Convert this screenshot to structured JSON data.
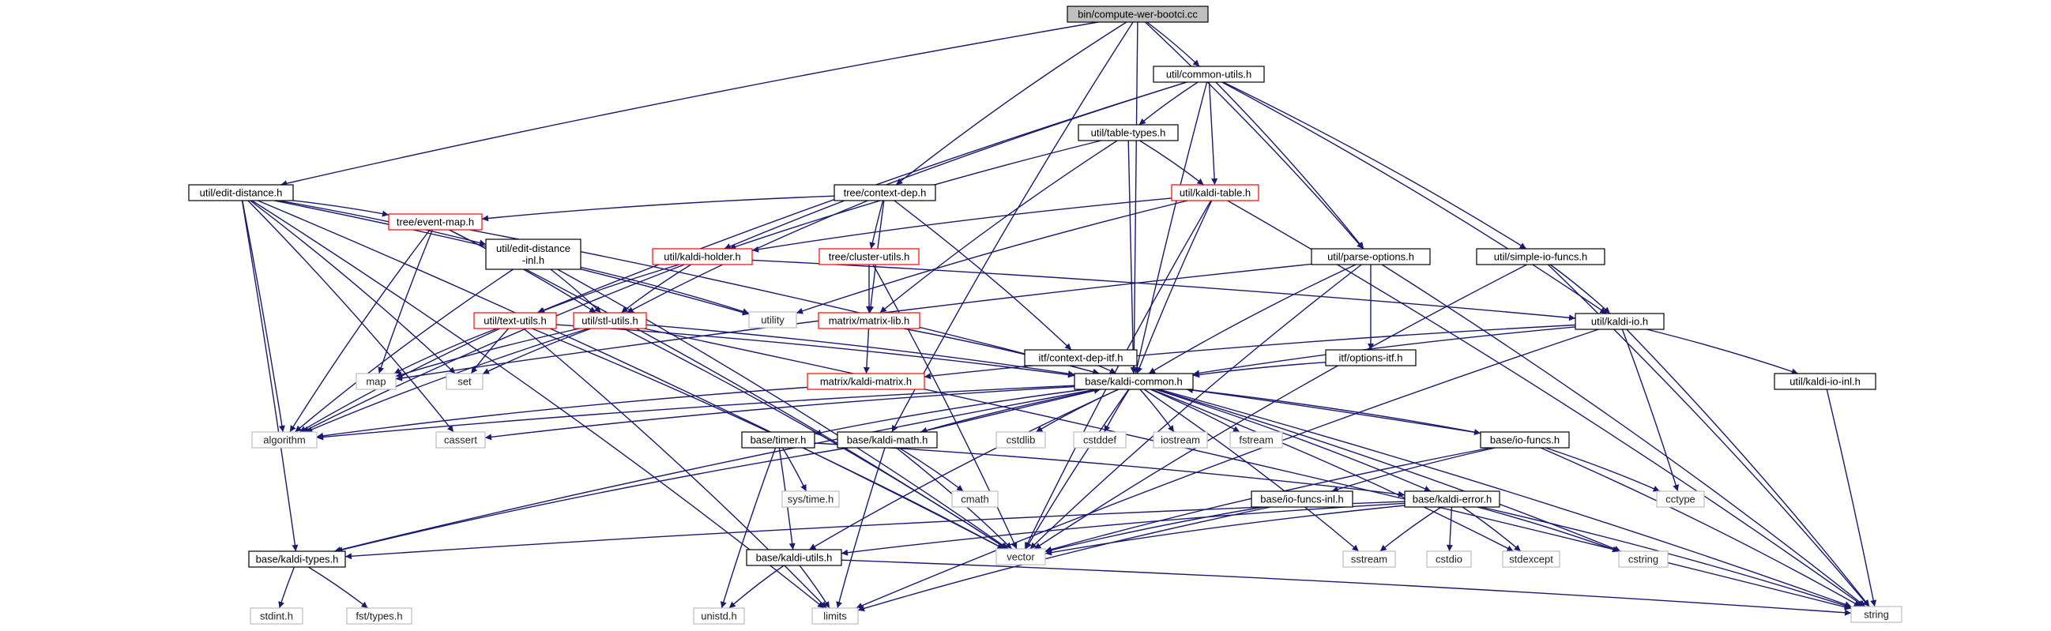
{
  "graph": {
    "nodes": [
      {
        "id": "root",
        "label": "bin/compute-wer-bootci.cc",
        "style": "root"
      },
      {
        "id": "common_utils",
        "label": "util/common-utils.h",
        "style": "normal"
      },
      {
        "id": "table_types",
        "label": "util/table-types.h",
        "style": "normal"
      },
      {
        "id": "edit_distance",
        "label": "util/edit-distance.h",
        "style": "normal"
      },
      {
        "id": "context_dep",
        "label": "tree/context-dep.h",
        "style": "normal"
      },
      {
        "id": "kaldi_table",
        "label": "util/kaldi-table.h",
        "style": "red"
      },
      {
        "id": "event_map",
        "label": "tree/event-map.h",
        "style": "red"
      },
      {
        "id": "edit_distance_inl",
        "label": [
          "util/edit-distance",
          "-inl.h"
        ],
        "style": "normal"
      },
      {
        "id": "kaldi_holder",
        "label": "util/kaldi-holder.h",
        "style": "red"
      },
      {
        "id": "cluster_utils",
        "label": "tree/cluster-utils.h",
        "style": "red"
      },
      {
        "id": "parse_options",
        "label": "util/parse-options.h",
        "style": "normal"
      },
      {
        "id": "simple_io_funcs",
        "label": "util/simple-io-funcs.h",
        "style": "normal"
      },
      {
        "id": "utility",
        "label": "utility",
        "style": "gray"
      },
      {
        "id": "text_utils",
        "label": "util/text-utils.h",
        "style": "red"
      },
      {
        "id": "stl_utils",
        "label": "util/stl-utils.h",
        "style": "red"
      },
      {
        "id": "matrix_lib",
        "label": "matrix/matrix-lib.h",
        "style": "red"
      },
      {
        "id": "context_dep_itf",
        "label": "itf/context-dep-itf.h",
        "style": "normal"
      },
      {
        "id": "options_itf",
        "label": "itf/options-itf.h",
        "style": "normal"
      },
      {
        "id": "kaldi_io",
        "label": "util/kaldi-io.h",
        "style": "normal"
      },
      {
        "id": "map",
        "label": "map",
        "style": "gray"
      },
      {
        "id": "set",
        "label": "set",
        "style": "gray"
      },
      {
        "id": "kaldi_matrix",
        "label": "matrix/kaldi-matrix.h",
        "style": "red"
      },
      {
        "id": "kaldi_common",
        "label": "base/kaldi-common.h",
        "style": "normal"
      },
      {
        "id": "kaldi_io_inl",
        "label": "util/kaldi-io-inl.h",
        "style": "normal"
      },
      {
        "id": "algorithm",
        "label": "algorithm",
        "style": "gray"
      },
      {
        "id": "cassert",
        "label": "cassert",
        "style": "gray"
      },
      {
        "id": "timer",
        "label": "base/timer.h",
        "style": "normal"
      },
      {
        "id": "kaldi_math",
        "label": "base/kaldi-math.h",
        "style": "normal"
      },
      {
        "id": "cstdlib",
        "label": "cstdlib",
        "style": "gray"
      },
      {
        "id": "cstddef",
        "label": "cstddef",
        "style": "gray"
      },
      {
        "id": "iostream",
        "label": "iostream",
        "style": "gray"
      },
      {
        "id": "fstream",
        "label": "fstream",
        "style": "gray"
      },
      {
        "id": "io_funcs",
        "label": "base/io-funcs.h",
        "style": "normal"
      },
      {
        "id": "sys_time",
        "label": "sys/time.h",
        "style": "gray"
      },
      {
        "id": "cmath",
        "label": "cmath",
        "style": "gray"
      },
      {
        "id": "io_funcs_inl",
        "label": "base/io-funcs-inl.h",
        "style": "normal"
      },
      {
        "id": "kaldi_error",
        "label": "base/kaldi-error.h",
        "style": "normal"
      },
      {
        "id": "cctype",
        "label": "cctype",
        "style": "gray"
      },
      {
        "id": "kaldi_types",
        "label": "base/kaldi-types.h",
        "style": "normal"
      },
      {
        "id": "vector",
        "label": "vector",
        "style": "gray"
      },
      {
        "id": "kaldi_utils",
        "label": "base/kaldi-utils.h",
        "style": "normal"
      },
      {
        "id": "sstream",
        "label": "sstream",
        "style": "gray"
      },
      {
        "id": "cstdio",
        "label": "cstdio",
        "style": "gray"
      },
      {
        "id": "stdexcept",
        "label": "stdexcept",
        "style": "gray"
      },
      {
        "id": "cstring",
        "label": "cstring",
        "style": "gray"
      },
      {
        "id": "stdint",
        "label": "stdint.h",
        "style": "gray"
      },
      {
        "id": "fst_types",
        "label": "fst/types.h",
        "style": "gray"
      },
      {
        "id": "unistd",
        "label": "unistd.h",
        "style": "gray"
      },
      {
        "id": "limits",
        "label": "limits",
        "style": "gray"
      },
      {
        "id": "string",
        "label": "string",
        "style": "gray"
      }
    ],
    "edges": [
      [
        "root",
        "common_utils"
      ],
      [
        "root",
        "edit_distance"
      ],
      [
        "root",
        "context_dep"
      ],
      [
        "root",
        "parse_options"
      ],
      [
        "root",
        "kaldi_math"
      ],
      [
        "root",
        "kaldi_common"
      ],
      [
        "common_utils",
        "table_types"
      ],
      [
        "common_utils",
        "kaldi_table"
      ],
      [
        "common_utils",
        "kaldi_holder"
      ],
      [
        "common_utils",
        "parse_options"
      ],
      [
        "common_utils",
        "simple_io_funcs"
      ],
      [
        "common_utils",
        "kaldi_io"
      ],
      [
        "common_utils",
        "text_utils"
      ],
      [
        "common_utils",
        "kaldi_common"
      ],
      [
        "table_types",
        "kaldi_table"
      ],
      [
        "table_types",
        "kaldi_holder"
      ],
      [
        "table_types",
        "matrix_lib"
      ],
      [
        "table_types",
        "kaldi_common"
      ],
      [
        "edit_distance",
        "edit_distance_inl"
      ],
      [
        "edit_distance",
        "event_map"
      ],
      [
        "edit_distance",
        "algorithm"
      ],
      [
        "edit_distance",
        "set"
      ],
      [
        "edit_distance",
        "cassert"
      ],
      [
        "edit_distance",
        "vector"
      ],
      [
        "edit_distance",
        "utility"
      ],
      [
        "edit_distance",
        "kaldi_types"
      ],
      [
        "edit_distance",
        "limits"
      ],
      [
        "context_dep",
        "event_map"
      ],
      [
        "context_dep",
        "cluster_utils"
      ],
      [
        "context_dep",
        "matrix_lib"
      ],
      [
        "context_dep",
        "context_dep_itf"
      ],
      [
        "context_dep",
        "stl_utils"
      ],
      [
        "kaldi_table",
        "kaldi_holder"
      ],
      [
        "kaldi_table",
        "kaldi_common"
      ],
      [
        "kaldi_table",
        "vector"
      ],
      [
        "kaldi_table",
        "string"
      ],
      [
        "kaldi_table",
        "utility"
      ],
      [
        "event_map",
        "map"
      ],
      [
        "event_map",
        "stl_utils"
      ],
      [
        "event_map",
        "algorithm"
      ],
      [
        "event_map",
        "vector"
      ],
      [
        "event_map",
        "kaldi_common"
      ],
      [
        "edit_distance_inl",
        "stl_utils"
      ],
      [
        "edit_distance_inl",
        "algorithm"
      ],
      [
        "edit_distance_inl",
        "utility"
      ],
      [
        "edit_distance_inl",
        "vector"
      ],
      [
        "kaldi_holder",
        "kaldi_io"
      ],
      [
        "kaldi_holder",
        "text_utils"
      ],
      [
        "kaldi_holder",
        "stl_utils"
      ],
      [
        "kaldi_holder",
        "algorithm"
      ],
      [
        "cluster_utils",
        "matrix_lib"
      ],
      [
        "cluster_utils",
        "vector"
      ],
      [
        "parse_options",
        "options_itf"
      ],
      [
        "parse_options",
        "kaldi_common"
      ],
      [
        "parse_options",
        "map"
      ],
      [
        "parse_options",
        "vector"
      ],
      [
        "parse_options",
        "string"
      ],
      [
        "simple_io_funcs",
        "kaldi_io"
      ],
      [
        "simple_io_funcs",
        "vector"
      ],
      [
        "simple_io_funcs",
        "string"
      ],
      [
        "text_utils",
        "map"
      ],
      [
        "text_utils",
        "set"
      ],
      [
        "text_utils",
        "algorithm"
      ],
      [
        "text_utils",
        "vector"
      ],
      [
        "text_utils",
        "limits"
      ],
      [
        "text_utils",
        "kaldi_common"
      ],
      [
        "stl_utils",
        "map"
      ],
      [
        "stl_utils",
        "set"
      ],
      [
        "stl_utils",
        "algorithm"
      ],
      [
        "stl_utils",
        "vector"
      ],
      [
        "stl_utils",
        "string"
      ],
      [
        "stl_utils",
        "kaldi_common"
      ],
      [
        "matrix_lib",
        "kaldi_matrix"
      ],
      [
        "matrix_lib",
        "kaldi_common"
      ],
      [
        "context_dep_itf",
        "kaldi_common"
      ],
      [
        "options_itf",
        "kaldi_common"
      ],
      [
        "kaldi_io",
        "kaldi_common"
      ],
      [
        "kaldi_io",
        "kaldi_matrix"
      ],
      [
        "kaldi_io",
        "kaldi_io_inl"
      ],
      [
        "kaldi_io",
        "cctype"
      ],
      [
        "kaldi_io",
        "limits"
      ],
      [
        "kaldi_io",
        "string"
      ],
      [
        "kaldi_io_inl",
        "string"
      ],
      [
        "kaldi_matrix",
        "algorithm"
      ],
      [
        "kaldi_common",
        "algorithm"
      ],
      [
        "kaldi_common",
        "cassert"
      ],
      [
        "kaldi_common",
        "timer"
      ],
      [
        "kaldi_common",
        "kaldi_math"
      ],
      [
        "kaldi_common",
        "cstdlib"
      ],
      [
        "kaldi_common",
        "cstddef"
      ],
      [
        "kaldi_common",
        "iostream"
      ],
      [
        "kaldi_common",
        "fstream"
      ],
      [
        "kaldi_common",
        "sstream"
      ],
      [
        "kaldi_common",
        "stdexcept"
      ],
      [
        "kaldi_common",
        "cstring"
      ],
      [
        "kaldi_common",
        "io_funcs"
      ],
      [
        "kaldi_common",
        "kaldi_error"
      ],
      [
        "kaldi_common",
        "kaldi_types"
      ],
      [
        "kaldi_common",
        "kaldi_utils"
      ],
      [
        "kaldi_common",
        "vector"
      ],
      [
        "kaldi_common",
        "string"
      ],
      [
        "timer",
        "sys_time"
      ],
      [
        "timer",
        "unistd"
      ],
      [
        "timer",
        "kaldi_utils"
      ],
      [
        "timer",
        "kaldi_error"
      ],
      [
        "kaldi_math",
        "cmath"
      ],
      [
        "kaldi_math",
        "vector"
      ],
      [
        "kaldi_math",
        "limits"
      ],
      [
        "kaldi_math",
        "kaldi_types"
      ],
      [
        "kaldi_math",
        "kaldi_common"
      ],
      [
        "io_funcs",
        "io_funcs_inl"
      ],
      [
        "io_funcs",
        "cctype"
      ],
      [
        "io_funcs",
        "vector"
      ],
      [
        "io_funcs",
        "string"
      ],
      [
        "io_funcs",
        "kaldi_common"
      ],
      [
        "io_funcs_inl",
        "vector"
      ],
      [
        "io_funcs_inl",
        "limits"
      ],
      [
        "kaldi_error",
        "kaldi_types"
      ],
      [
        "kaldi_error",
        "kaldi_utils"
      ],
      [
        "kaldi_error",
        "vector"
      ],
      [
        "kaldi_error",
        "sstream"
      ],
      [
        "kaldi_error",
        "cstdio"
      ],
      [
        "kaldi_error",
        "stdexcept"
      ],
      [
        "kaldi_error",
        "cstring"
      ],
      [
        "kaldi_error",
        "string"
      ],
      [
        "kaldi_types",
        "stdint"
      ],
      [
        "kaldi_types",
        "fst_types"
      ],
      [
        "kaldi_utils",
        "unistd"
      ],
      [
        "kaldi_utils",
        "limits"
      ],
      [
        "kaldi_utils",
        "string"
      ]
    ]
  },
  "colors": {
    "edge": "#191970",
    "root_fill": "#bfbfbf",
    "node_border": "#000000",
    "red_border": "#ff0000",
    "gray_border": "#bfbfbf",
    "fill": "#ffffff"
  }
}
